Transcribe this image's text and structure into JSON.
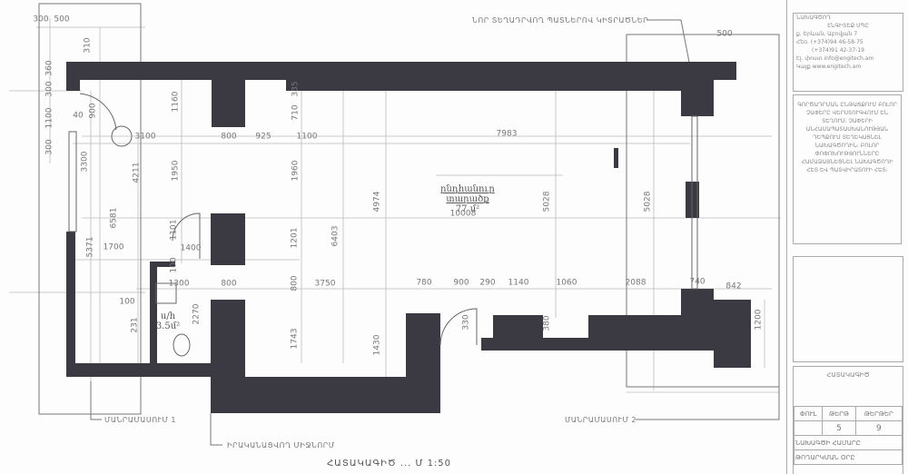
{
  "drawing": {
    "room_main": {
      "name": "ընդհանուր տարածք",
      "area": "77 մ²"
    },
    "room_bath": {
      "name": "ս/հ",
      "area": "3.5մ²"
    },
    "callouts": {
      "new_walls": "ՆՈՐ ՏԵՂԱԴՐՎՈՂ ՊԱՏՆԵՐՈՎ ԿԻՏՐԱԾՆԵՐ",
      "detail1": "ՄԱՆՐԱՄԱՍՈՒՄ 1",
      "detail2": "ՄԱՆՐԱՄԱՍՈՒՄ 2",
      "partition": "ԻՐԱԿԱՆԱՑՎՈՂ ՄԻՋՆՈՐՄ"
    },
    "sheet_title": "ՀԱՏԱԿԱԳԻԾ ... Մ 1:50",
    "dims_h": [
      "300",
      "500",
      "40",
      "3100",
      "800",
      "925",
      "1100",
      "7983",
      "10008",
      "1700",
      "1400",
      "1300",
      "800",
      "3750",
      "780",
      "900",
      "290",
      "1140",
      "1060",
      "2088",
      "740",
      "842",
      "100",
      "500"
    ],
    "dims_v": [
      "310",
      "360",
      "300",
      "1100",
      "300",
      "900",
      "1160",
      "3300",
      "4211",
      "1950",
      "335",
      "710",
      "1960",
      "6581",
      "5371",
      "1101",
      "100",
      "231",
      "2270",
      "1201",
      "800",
      "1743",
      "6403",
      "4974",
      "1430",
      "5028",
      "5028",
      "330",
      "380",
      "1200"
    ],
    "wall_color": "#3b3a42"
  },
  "title_block": {
    "designer_label": "ՆԱԽԱԳԾՈՂ",
    "company": "ԷՆԳԻՏԵՔ ՍՊԸ",
    "address": "ք. Երևան, Աբովյան 7",
    "phone1": "Հեռ. (+374)94 46-58-75",
    "phone2": "(+374)91 42-37-19",
    "email": "Էլ. փոստ info@engitech.am",
    "site": "Կայք www.engitech.am",
    "notes": "ԳՈՐԾԱԴՐՄԱՆ ԸՆԹԱՑՔՈՒՄ ԲՈԼՈՐ ՉԱՓԵՐԸ ՎԵՐՍՏՈՒԳՎՈՒՄ ԵՆ ՏԵՂՈՒՄ։ ՉԱՓԵՐԻ ԱՆՀԱՄԱՊԱՏԱՍԽԱՆՈՒԹՅԱՆ ԴԵՊՔՈՒՄ ՏԵՂԵԿԱՑՆԵԼ ՆԱԽԱԳԾՈՂԻՆ։ ԲՈԼՈՐ ՓՈՓՈԽՈՒԹՅՈՒՆՆԵՐԸ ՀԱՄԱՁԱՅՆԵՑՆԵԼ ՆԱԽԱԳԾՈՂԻ ՀԵՏ ԵՎ ՊԱՏՎԻՐԱՏՈՒԻ ՀԵՏ։",
    "sheet_name": "ՀԱՏԱԿԱԳԻԾ",
    "headers": [
      "ՓՈՒԼ",
      "ԹԵՐԹ",
      "ԹԵՐԹԵՐ"
    ],
    "values": [
      "",
      "5",
      "9"
    ],
    "project_no": "ՆԱԽԱԳԾԻ ՀԱՄԱՐԸ",
    "issue_date": "ԹՈՂԱՐԿՄԱՆ ՕՐԸ"
  }
}
